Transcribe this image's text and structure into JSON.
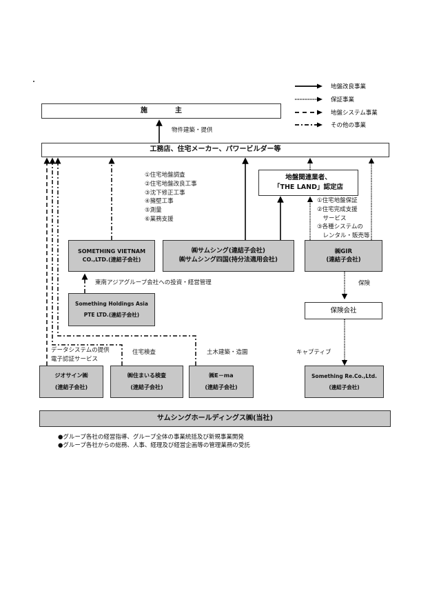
{
  "legend": {
    "items": [
      {
        "style": "solid",
        "label": "地盤改良事業"
      },
      {
        "style": "dotted",
        "label": "保証事業"
      },
      {
        "style": "dashed",
        "label": "地盤システム事業"
      },
      {
        "style": "dash-dot",
        "label": "その他の事業"
      }
    ]
  },
  "boxes": {
    "owner": {
      "label": "施　　　　主"
    },
    "builders": {
      "label": "工務店、住宅メーカー、パワービルダー等"
    },
    "land": {
      "line1": "地盤関連業者、",
      "line2": "「THE LAND」認定店"
    },
    "vietnam": {
      "line1": "SOMETHING VIETNAM",
      "line2": "CO.,LTD.(連結子会社)"
    },
    "samsing": {
      "line1": "㈱サムシング(連結子会社)",
      "line2": "㈱サムシング四国(持分法適用会社)"
    },
    "gir": {
      "line1": "㈱GIR",
      "line2": "(連結子会社)"
    },
    "asia": {
      "line1": "Something Holdings Asia",
      "line2": "PTE LTD.(連結子会社)"
    },
    "insurance": {
      "label": "保険会社"
    },
    "geosign": {
      "line1": "ジオサイン㈱",
      "line2": "(連結子会社)"
    },
    "sumai": {
      "line1": "㈱住まいる検査",
      "line2": "(連結子会社)"
    },
    "ema": {
      "line1": "㈱E－ma",
      "line2": "(連結子会社)"
    },
    "re": {
      "line1": "Something Re.Co.,Ltd.",
      "line2": "(連結子会社)"
    },
    "holdings": {
      "label": "サムシングホールディングス㈱(当社)"
    }
  },
  "labels": {
    "build_provide": "物件建築・提供",
    "services": [
      "①住宅地盤調査",
      "②住宅地盤改良工事",
      "③沈下修正工事",
      "④擁壁工事",
      "⑤測量",
      "⑥業務支援"
    ],
    "guarantee": [
      "①住宅地盤保証",
      "②住宅完成支援",
      "　サービス",
      "③各種システムの",
      "　レンタル・販売等"
    ],
    "sea_investment": "東南アジアグループ会社への投資・経営管理",
    "insurance": "保険",
    "data_system": [
      "データシステムの提供",
      "電子認証サービス"
    ],
    "home_inspection": "住宅検査",
    "civil": "土木建築・造園",
    "captive": "キャプティブ"
  },
  "notes": [
    "●グループ各社の経営指導、グループ全体の事業統括及び新規事業開発",
    "●グループ各社からの総務、人事、経理及び経営企画等の管理業務の受託"
  ]
}
